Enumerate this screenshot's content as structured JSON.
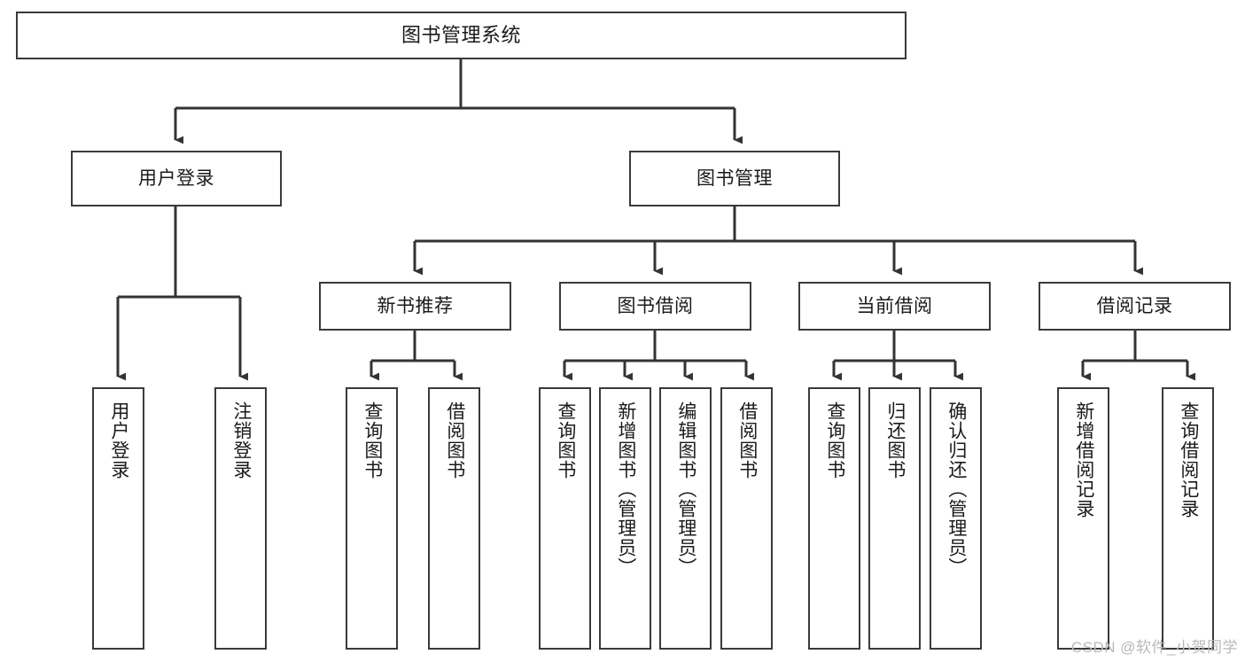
{
  "diagram": {
    "type": "tree-hierarchy",
    "title": "图书管理系统",
    "watermark": "CSDN @软件_小贺同学",
    "colors": {
      "box_border": "#3a3a3a",
      "box_fill": "#ffffff",
      "connector": "#333333",
      "text": "#1a1a1a",
      "watermark": "#b9b9b9",
      "background": "#ffffff"
    },
    "nodes": {
      "root": {
        "label": "图书管理系统"
      },
      "level2": [
        {
          "label": "用户登录"
        },
        {
          "label": "图书管理"
        }
      ],
      "level3": [
        {
          "label": "新书推荐"
        },
        {
          "label": "图书借阅"
        },
        {
          "label": "当前借阅"
        },
        {
          "label": "借阅记录"
        }
      ],
      "leaves": {
        "user_login": [
          {
            "label": "用户登录"
          },
          {
            "label": "注销登录"
          }
        ],
        "new_book_recommend": [
          {
            "label": "查询图书"
          },
          {
            "label": "借阅图书"
          }
        ],
        "book_borrow": [
          {
            "label": "查询图书"
          },
          {
            "label": "新增图书（管理员）"
          },
          {
            "label": "编辑图书（管理员）"
          },
          {
            "label": "借阅图书"
          }
        ],
        "current_borrow": [
          {
            "label": "查询图书"
          },
          {
            "label": "归还图书"
          },
          {
            "label": "确认归还（管理员）"
          }
        ],
        "borrow_record": [
          {
            "label": "新增借阅记录"
          },
          {
            "label": "查询借阅记录"
          }
        ]
      }
    }
  }
}
